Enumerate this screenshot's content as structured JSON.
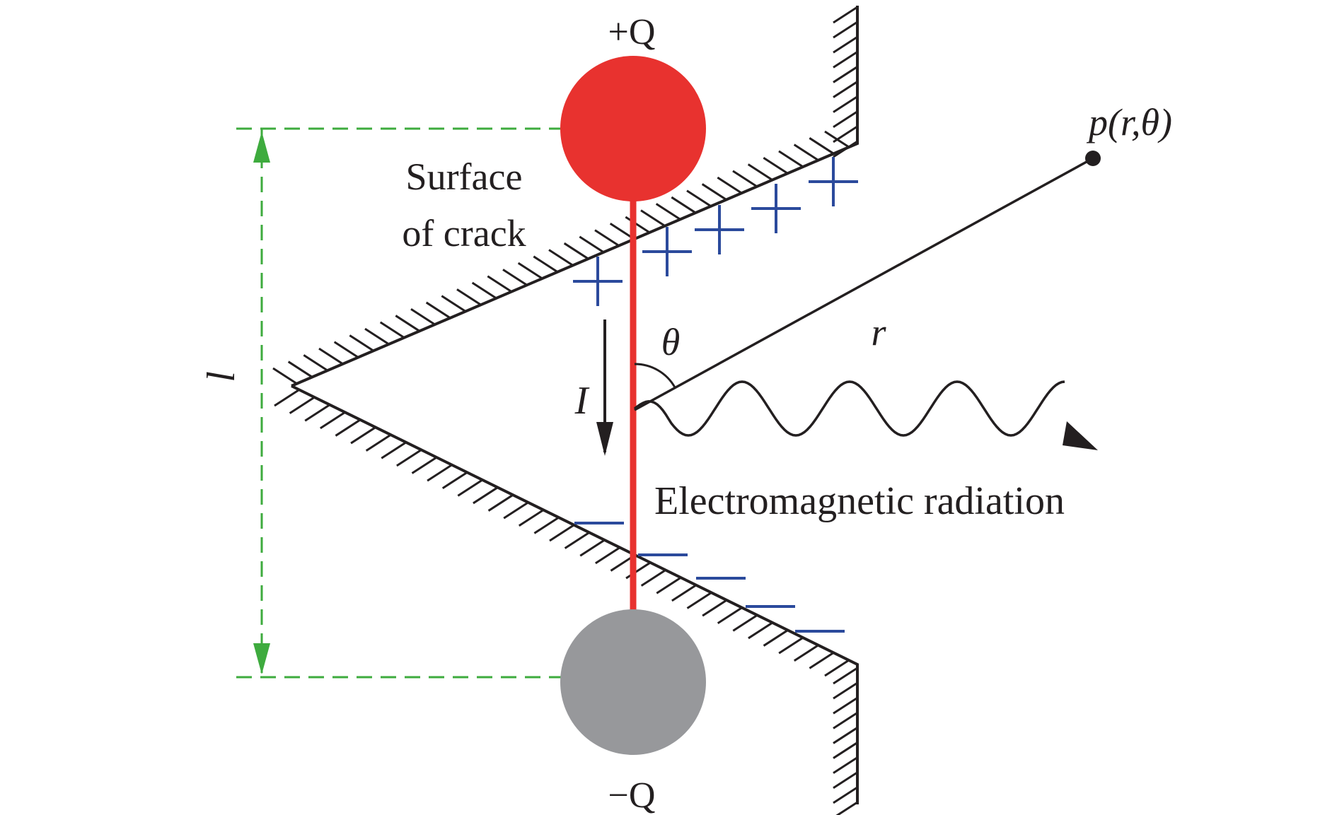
{
  "labels": {
    "plus_charge": "+Q",
    "minus_charge": "−Q",
    "point": "p(r,θ)",
    "surface_line1": "Surface",
    "surface_line2": "of crack",
    "r": "r",
    "theta": "θ",
    "current": "I",
    "length": "l",
    "radiation": "Electromagnetic radiation"
  },
  "colors": {
    "positive_charge": "#e8322f",
    "negative_charge": "#97989b",
    "conductor": "#e8322f",
    "dimension": "#3eab3e",
    "surface_charges": "#2b4a9c",
    "ink": "#231f20"
  }
}
